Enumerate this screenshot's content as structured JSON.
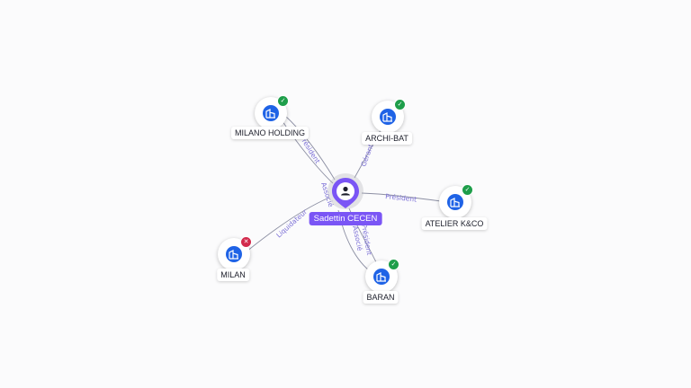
{
  "center": {
    "label": "Sadettin CECEN",
    "color": "#7a55f5",
    "icon": "person-icon"
  },
  "nodes": [
    {
      "id": "milano-holding",
      "label": "MILANO HOLDING",
      "status": "active",
      "badge_icon": "check-icon"
    },
    {
      "id": "archi-bat",
      "label": "ARCHI-BAT",
      "status": "active",
      "badge_icon": "check-icon"
    },
    {
      "id": "atelier-kco",
      "label": "ATELIER K&CO",
      "status": "active",
      "badge_icon": "check-icon"
    },
    {
      "id": "baran",
      "label": "BARAN",
      "status": "active",
      "badge_icon": "check-icon"
    },
    {
      "id": "milan",
      "label": "MILAN",
      "status": "closed",
      "badge_icon": "cross-icon"
    }
  ],
  "edges": [
    {
      "to": "milano-holding",
      "label": "Président"
    },
    {
      "to": "milano-holding",
      "label": "Associé"
    },
    {
      "to": "archi-bat",
      "label": "Gérant"
    },
    {
      "to": "atelier-kco",
      "label": "Président"
    },
    {
      "to": "baran",
      "label": "Président"
    },
    {
      "to": "baran",
      "label": "Associé"
    },
    {
      "to": "milan",
      "label": "Liquidateur"
    }
  ],
  "colors": {
    "company_icon_bg": "#1f63e6",
    "status_active": "#1e9e4a",
    "status_closed": "#d22a4c",
    "edge_label": "#7b6fd6"
  },
  "icons": {
    "company": "building-icon"
  }
}
